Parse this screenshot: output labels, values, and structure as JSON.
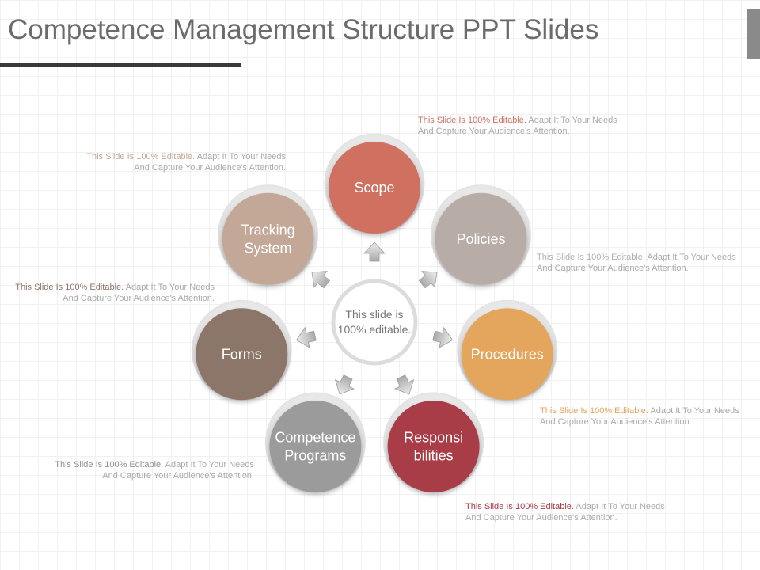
{
  "title": "Competence Management Structure PPT Slides",
  "center": {
    "lines": [
      "This slide is",
      "100% editable."
    ]
  },
  "nodes": [
    {
      "id": "scope",
      "lines": [
        "Scope"
      ],
      "color": "#cf6f61"
    },
    {
      "id": "policies",
      "lines": [
        "Policies"
      ],
      "color": "#b8aca6"
    },
    {
      "id": "procedures",
      "lines": [
        "Procedures"
      ],
      "color": "#e3a65b"
    },
    {
      "id": "responsibilities",
      "lines": [
        "Responsi",
        "bilities"
      ],
      "color": "#a83c47"
    },
    {
      "id": "competence-programs",
      "lines": [
        "Competence",
        "Programs"
      ],
      "color": "#9b9b9b"
    },
    {
      "id": "forms",
      "lines": [
        "Forms"
      ],
      "color": "#8c766b"
    },
    {
      "id": "tracking-system",
      "lines": [
        "Tracking",
        "System"
      ],
      "color": "#c4a897"
    }
  ],
  "annotations": [
    {
      "id": "scope",
      "lead": "This Slide Is 100% Editable.",
      "rest": " Adapt It To Your Needs And Capture Your Audience's Attention.",
      "color": "#cf6f61"
    },
    {
      "id": "policies",
      "lead": "This Slide Is 100% Editable.",
      "rest": " Adapt It To Your Needs And Capture Your Audience's Attention.",
      "color": "#b0b0b0"
    },
    {
      "id": "procedures",
      "lead": "This Slide Is 100% Editable.",
      "rest": " Adapt It To Your Needs And Capture Your Audience's Attention.",
      "color": "#e3a65b"
    },
    {
      "id": "responsibilities",
      "lead": "This Slide Is 100% Editable.",
      "rest": " Adapt It To Your Needs And Capture Your Audience's Attention.",
      "color": "#a83c47"
    },
    {
      "id": "competence-programs",
      "lead": "This Slide Is 100% Editable.",
      "rest": " Adapt It To Your Needs And Capture Your Audience's Attention.",
      "color": "#8f8f8f"
    },
    {
      "id": "forms",
      "lead": "This Slide Is 100% Editable.",
      "rest": " Adapt It To Your Needs And Capture Your Audience's Attention.",
      "color": "#8c766b"
    },
    {
      "id": "tracking-system",
      "lead": "This Slide Is 100% Editable.",
      "rest": " Adapt It To Your Needs And Capture Your Audience's Attention.",
      "color": "#c4a897"
    }
  ]
}
